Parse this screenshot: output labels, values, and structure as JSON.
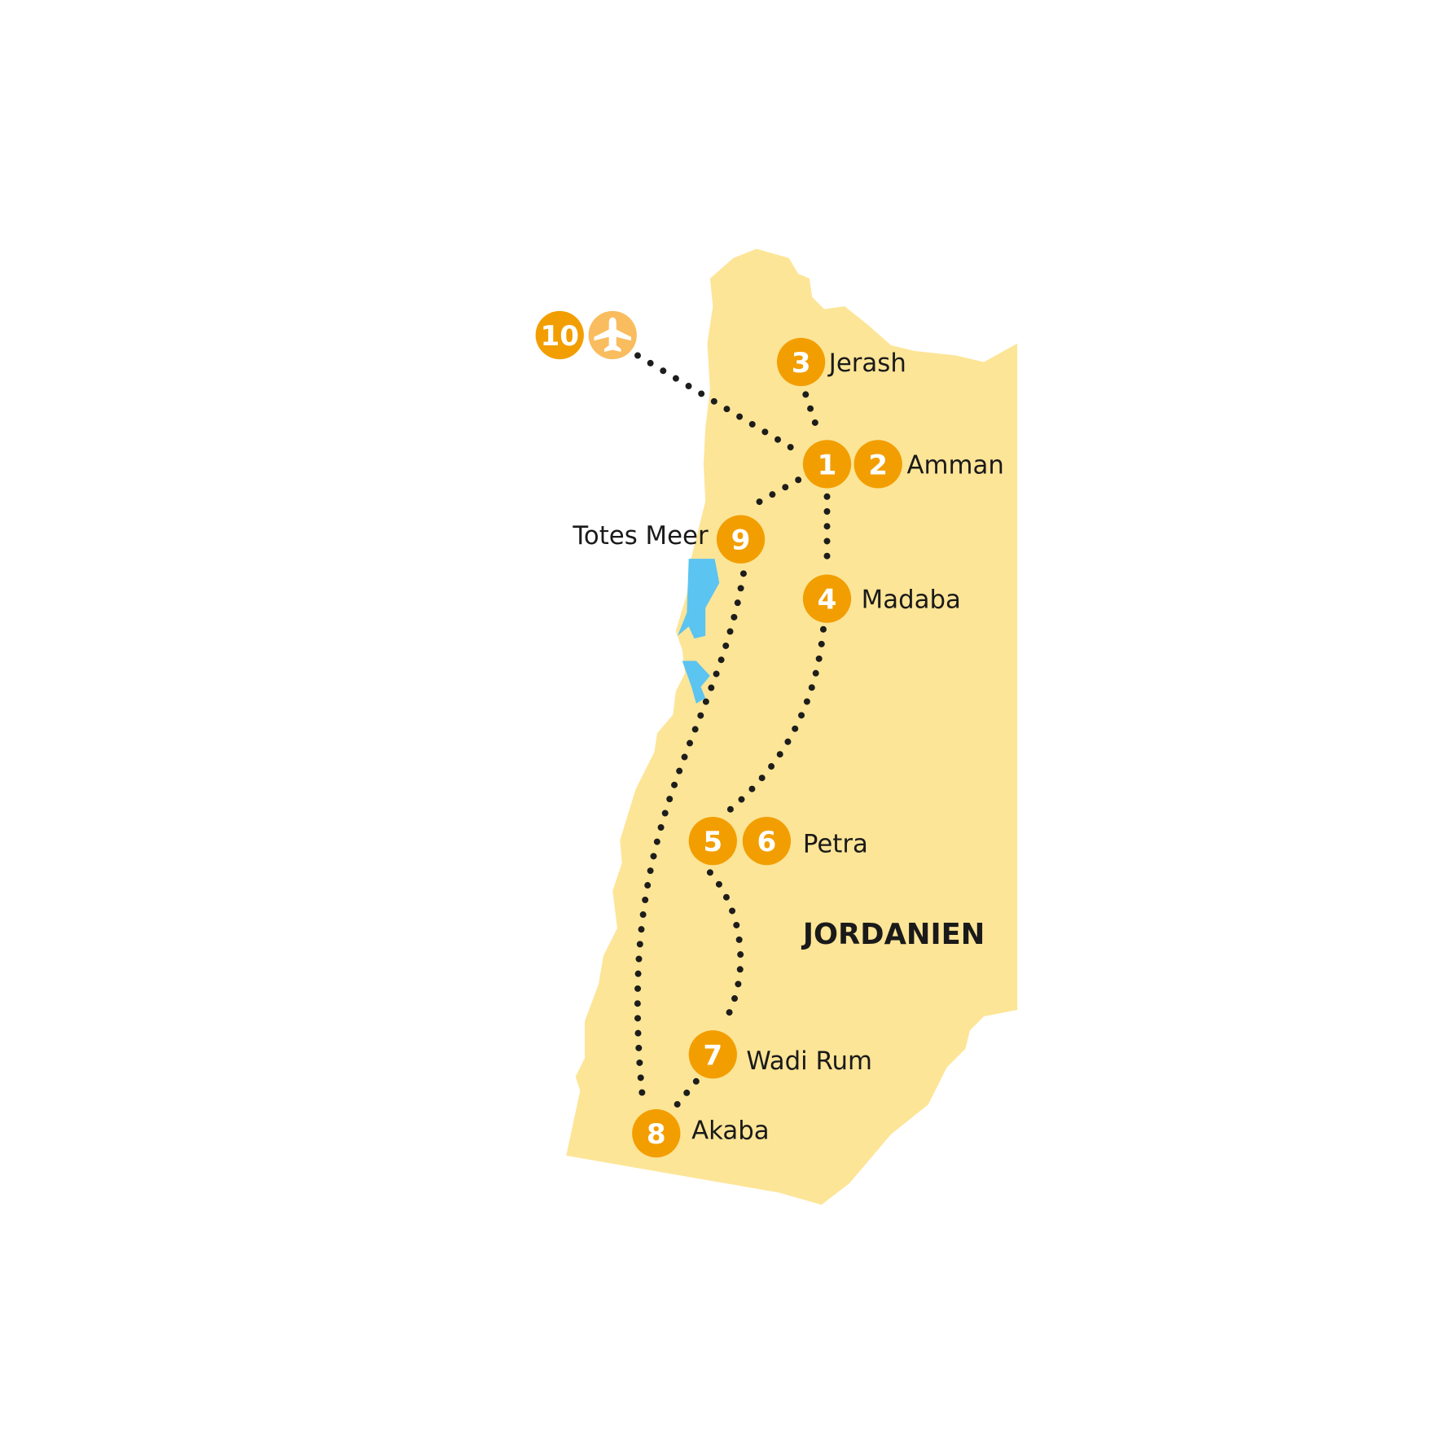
{
  "country_label": "JORDANIEN",
  "colors": {
    "land": "#fde597",
    "stop": "#f29e00",
    "airport": "#f9bc5e",
    "water": "#5bc4f1",
    "route": "#1d1d1b"
  },
  "stops": [
    {
      "number": "1",
      "place": "Amman"
    },
    {
      "number": "2",
      "place": "Amman"
    },
    {
      "number": "3",
      "place": "Jerash"
    },
    {
      "number": "4",
      "place": "Madaba"
    },
    {
      "number": "5",
      "place": "Petra"
    },
    {
      "number": "6",
      "place": "Petra"
    },
    {
      "number": "7",
      "place": "Wadi Rum"
    },
    {
      "number": "8",
      "place": "Akaba"
    },
    {
      "number": "9",
      "place": "Totes Meer"
    },
    {
      "number": "10",
      "place": ""
    }
  ],
  "airport_icon": "airplane-icon",
  "labels": {
    "jerash": "Jerash",
    "amman": "Amman",
    "totes_meer": "Totes Meer",
    "madaba": "Madaba",
    "petra": "Petra",
    "wadi_rum": "Wadi Rum",
    "akaba": "Akaba"
  }
}
